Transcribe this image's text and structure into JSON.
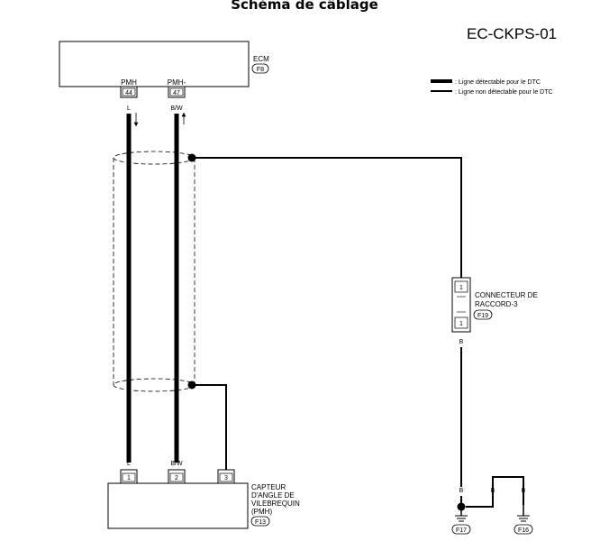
{
  "title": "Schéma de câblage",
  "diagram_code": "EC-CKPS-01",
  "legend": {
    "detectable": ": Ligne détectable pour le DTC",
    "non_detectable": ": Ligne non détectable pour le DTC"
  },
  "ecm": {
    "name": "ECM",
    "connector": "F8",
    "pins": [
      {
        "label": "PMH",
        "number": "44",
        "wire": "L"
      },
      {
        "label": "PMH-",
        "number": "47",
        "wire": "B/W"
      }
    ]
  },
  "connector_joint": {
    "name_line1": "CONNECTEUR DE",
    "name_line2": "RACCORD-3",
    "connector": "F19",
    "pin_top": "1",
    "pin_bottom": "1",
    "wire": "B"
  },
  "sensor": {
    "name_line1": "CAPTEUR",
    "name_line2": "D'ANGLE DE",
    "name_line3": "VILEBREQUIN",
    "name_line4": "(PMH)",
    "connector": "F13",
    "pins": [
      {
        "number": "1",
        "wire": "L"
      },
      {
        "number": "2",
        "wire": "B/W"
      },
      {
        "number": "3"
      }
    ]
  },
  "grounds": [
    {
      "connector": "F17",
      "wire": "B"
    },
    {
      "connector": "F16",
      "wire": "B",
      "wire2": "B"
    }
  ]
}
